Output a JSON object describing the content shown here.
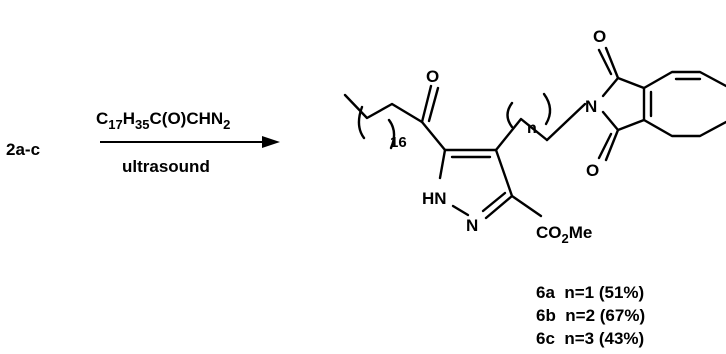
{
  "scheme": {
    "starting_material": "2a-c",
    "reagent": {
      "main": "C",
      "sub1": "17",
      "mid1": "H",
      "sub2": "35",
      "mid2": "C(O)CHN",
      "sub3": "2"
    },
    "condition": "ultrasound"
  },
  "molecule": {
    "atoms": {
      "carbonyl_o": "O",
      "imide_o_top": "O",
      "imide_o_bottom": "O",
      "imide_n": "N",
      "pyrazole_nh": "HN",
      "pyrazole_n": "N",
      "chain_n": "n",
      "chain_count": "16"
    },
    "ester": {
      "main": "CO",
      "sub": "2",
      "tail": "Me"
    }
  },
  "products": [
    {
      "label": "6a  n=1 (51%)"
    },
    {
      "label": "6b  n=2 (67%)"
    },
    {
      "label": "6c  n=3 (43%)"
    }
  ]
}
